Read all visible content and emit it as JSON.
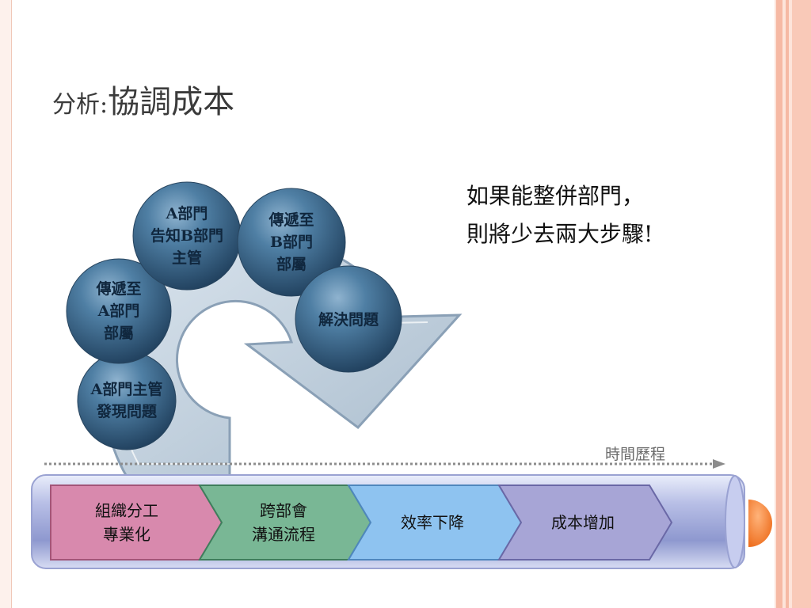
{
  "title": {
    "prefix": "分析:",
    "main": "協調成本"
  },
  "note": {
    "line1": "如果能整併部門，",
    "line2": "則將少去兩大步驟!"
  },
  "cycle_steps": [
    {
      "lines": [
        "A部門主管",
        "發現問題"
      ]
    },
    {
      "lines": [
        "傳遞至",
        "A部門",
        "部屬"
      ]
    },
    {
      "lines": [
        "A部門",
        "告知B部門",
        "主管"
      ]
    },
    {
      "lines": [
        "傳遞至",
        "B部門",
        "部屬"
      ]
    },
    {
      "lines": [
        "解決問題"
      ]
    }
  ],
  "timeline": {
    "label": "時間歷程"
  },
  "process_steps": [
    {
      "lines": [
        "組織分工",
        "專業化"
      ],
      "color": "#d889ad"
    },
    {
      "lines": [
        "跨部會",
        "溝通流程"
      ],
      "color": "#79b795"
    },
    {
      "lines": [
        "效率下降"
      ],
      "color": "#8ec3f0"
    },
    {
      "lines": [
        "成本增加"
      ],
      "color": "#a7a5d6"
    }
  ],
  "colors": {
    "accent_dot": "#f58a3c",
    "circle": "#3f6f94",
    "arrow": "#b9c8d6"
  }
}
